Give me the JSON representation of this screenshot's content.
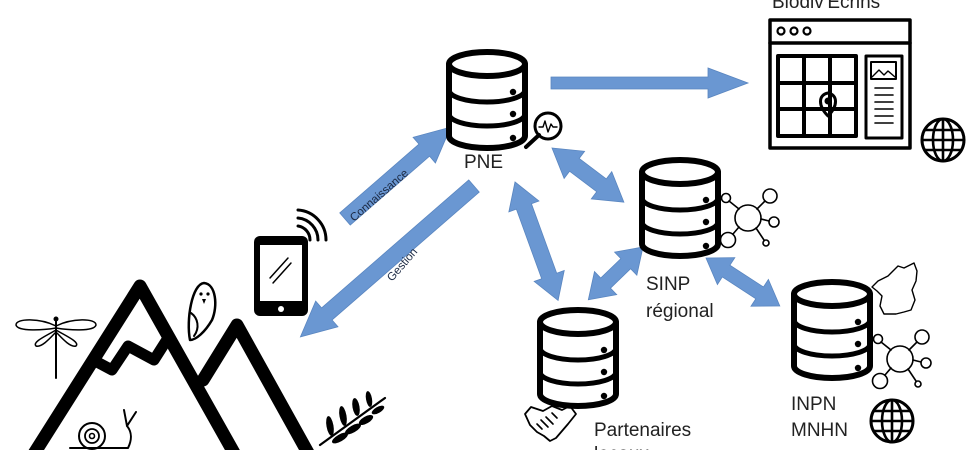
{
  "nodes": {
    "pne": {
      "label": "PNE",
      "icon": "database-icon",
      "badge": "monitoring-magnifier-icon"
    },
    "sinp": {
      "label_line1": "SINP",
      "label_line2": "régional",
      "icon": "database-icon",
      "badge": "network-nodes-icon"
    },
    "partenaires": {
      "label_line1": "Partenaires",
      "label_line2": "locaux",
      "icon": "database-icon",
      "badge": "handshake-icon"
    },
    "inpn": {
      "label_line1": "INPN",
      "label_line2": "MNHN",
      "icon": "database-icon",
      "badges": [
        "france-map-icon",
        "network-nodes-icon",
        "globe-icon"
      ]
    },
    "biodiv": {
      "label": "Biodiv'Ecrins",
      "icon": "web-map-app-icon",
      "badge": "globe-icon"
    },
    "field": {
      "icons": [
        "tablet-icon",
        "wireless-signal-icon",
        "mountains-icon",
        "dragonfly-icon",
        "bird-icon",
        "snail-icon",
        "plant-branch-icon"
      ]
    }
  },
  "edges": [
    {
      "from": "field",
      "to": "pne",
      "label": "Connaissance",
      "direction": "one-way"
    },
    {
      "from": "pne",
      "to": "field",
      "label": "Gestion",
      "direction": "one-way"
    },
    {
      "from": "pne",
      "to": "biodiv",
      "label": "",
      "direction": "one-way"
    },
    {
      "from": "pne",
      "to": "sinp",
      "label": "",
      "direction": "two-way"
    },
    {
      "from": "pne",
      "to": "partenaires",
      "label": "",
      "direction": "two-way"
    },
    {
      "from": "sinp",
      "to": "partenaires",
      "label": "",
      "direction": "two-way"
    },
    {
      "from": "sinp",
      "to": "inpn",
      "label": "",
      "direction": "two-way"
    }
  ],
  "colors": {
    "arrow": "#6a97d2",
    "ink": "#000000",
    "text": "#222222"
  }
}
